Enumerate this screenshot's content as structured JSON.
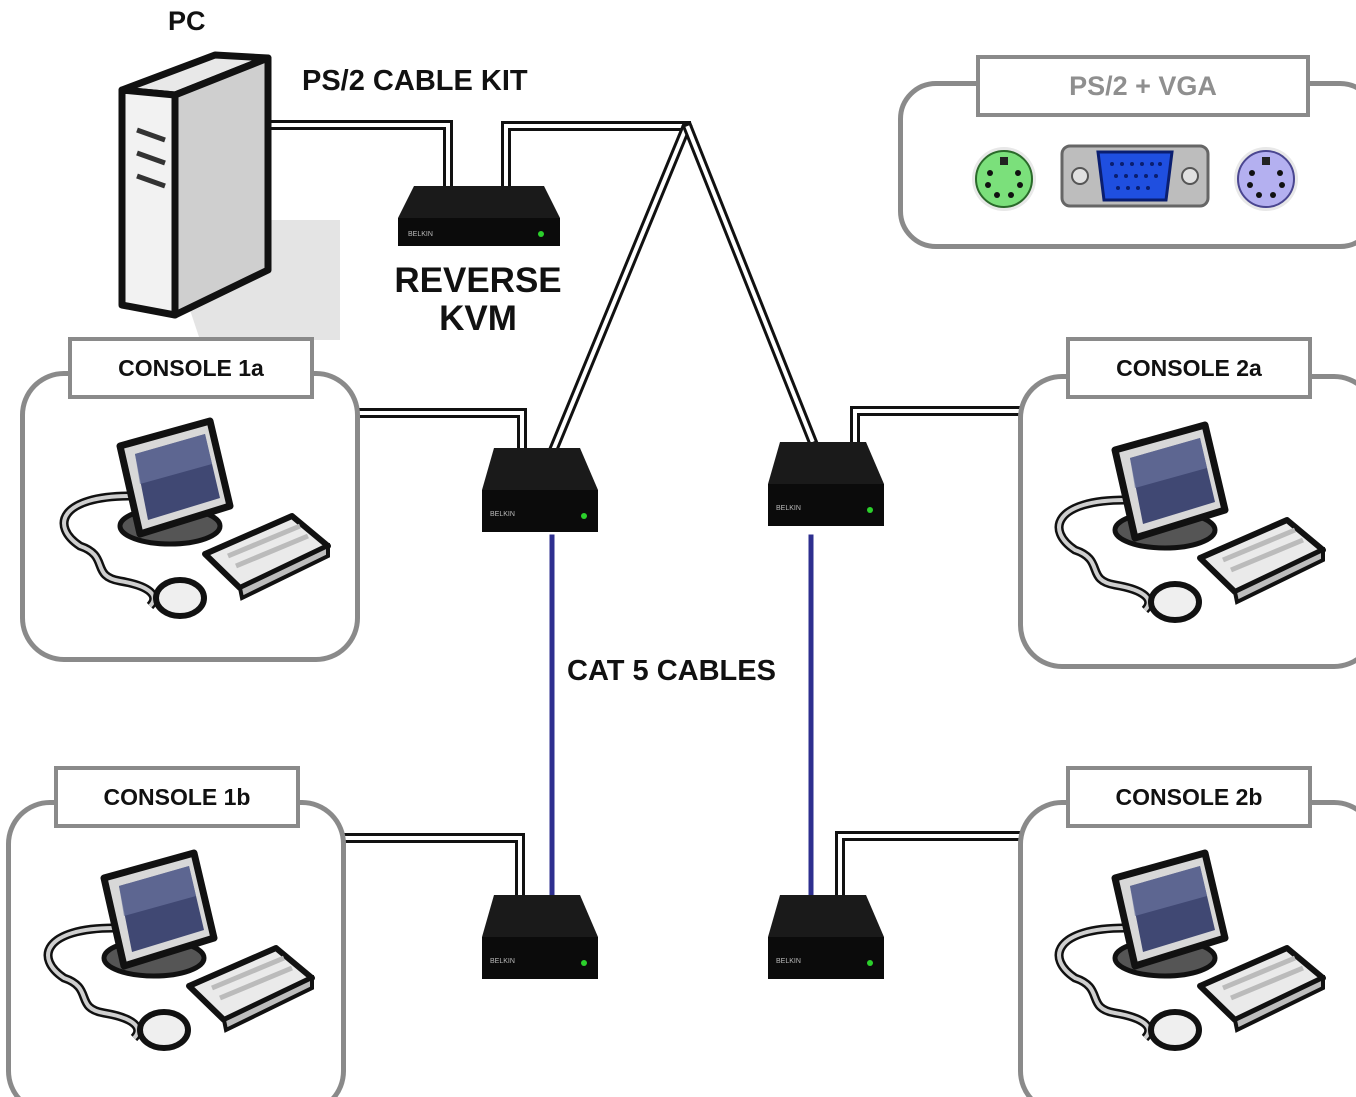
{
  "pc_label": "PC",
  "cable_kit_label": "PS/2 CABLE KIT",
  "reverse_kvm_label": [
    "REVERSE",
    "KVM"
  ],
  "cat5_label": "CAT 5 CABLES",
  "connector_box": {
    "title": "PS/2 + VGA",
    "connectors": [
      "ps2-green-port-icon",
      "vga-port-icon",
      "ps2-purple-port-icon"
    ]
  },
  "consoles": [
    {
      "id": "1a",
      "label": "CONSOLE 1a"
    },
    {
      "id": "2a",
      "label": "CONSOLE 2a"
    },
    {
      "id": "1b",
      "label": "CONSOLE 1b"
    },
    {
      "id": "2b",
      "label": "CONSOLE 2b"
    }
  ],
  "device_brand": "BELKIN",
  "colors": {
    "cat5_cable": "#2e2f8f",
    "panel_border": "#8a8a8a",
    "ps2_green": "#7be07b",
    "ps2_purple": "#b4b0f0",
    "vga_blue": "#1f4fe0",
    "device_led": "#2bd02b"
  }
}
